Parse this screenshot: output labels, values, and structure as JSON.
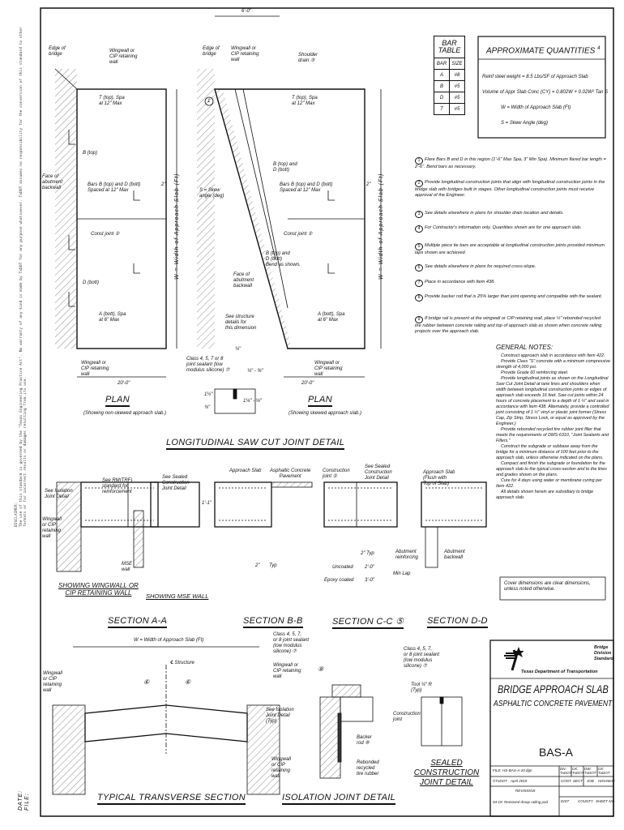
{
  "disclaimer": {
    "title": "DISCLAIMER:",
    "text": "The use of this standard is governed by the \"Texas Engineering Practice Act\". No warranty of any kind is made by TxDOT for any purpose whatsoever. TxDOT assumes no responsibility for the conversion of this standard to other formats or for incorrect results or damages resulting from its use."
  },
  "margin": {
    "date": "DATE:",
    "file": "FILE:"
  },
  "bar_table": {
    "title": "BAR TABLE",
    "headers": [
      "BAR",
      "SIZE"
    ],
    "rows": [
      [
        "A",
        "#8"
      ],
      [
        "B",
        "#5"
      ],
      [
        "D",
        "#5"
      ],
      [
        "T",
        "#5"
      ]
    ]
  },
  "quantities": {
    "title": "APPROXIMATE QUANTITIES",
    "note_ref": "4",
    "lines": [
      "Reinf steel weight = 8.5 Lbs/SF of Approach Slab",
      "Volume of Appr Slab Conc (CY) = 0.802W + 0.02W² Tan S",
      "W = Width of Approach Slab (Ft)",
      "S = Skew Angle (deg)"
    ]
  },
  "notes": [
    {
      "n": "1",
      "text": "Flare Bars B and D in this region (1'-6\" Max Spa, 3\" Min Spa). Minimum flared bar length = 2'-6\". Bend bars as necessary."
    },
    {
      "n": "2",
      "text": "Provide longitudinal construction joints that align with longitudinal construction joints in the bridge slab with bridges built in stages. Other longitudinal construction joints must receive approval of the Engineer."
    },
    {
      "n": "3",
      "text": "See details elsewhere in plans for shoulder drain location and details."
    },
    {
      "n": "4",
      "text": "For Contractor's information only. Quantities shown are for one approach slab."
    },
    {
      "n": "5",
      "text": "Multiple piece tie bars are acceptable at longitudinal construction joints provided minimum laps shown are achieved."
    },
    {
      "n": "6",
      "text": "See details elsewhere in plans for required cross-slope."
    },
    {
      "n": "7",
      "text": "Place in accordance with Item 438."
    },
    {
      "n": "8",
      "text": "Provide backer rod that is 25% larger than joint opening and compatible with the sealant."
    },
    {
      "n": "9",
      "text": "If bridge rail is present at the wingwall or CIP retaining wall, place ½\" rebonded recycled tire rubber between concrete railing and top of approach slab as shown when concrete railing projects over the approach slab."
    }
  ],
  "general_notes": {
    "title": "GENERAL NOTES:",
    "paragraphs": [
      "Construct approach slab in accordance with Item 422.",
      "Provide Class \"S\" concrete with a minimum compressive strength of 4,000 psi.",
      "Provide Grade 60 reinforcing steel.",
      "Provide longitudinal joints as shown on the Longitudinal Saw Cut Joint Detail at lane lines and shoulders when width between longitudinal construction joints or edges of approach slab exceeds 16 feet. Saw cut joints within 24 hours of concrete placement to a depth of 1 ½\" and seal in accordance with Item 438. Alternately, provide a controlled joint consisting of 1 ½\" vinyl or plastic joint former (Stress Cap, Zip Strip, Stress Lock, or equal as approved by the Engineer.)",
      "Provide rebonded recycled tire rubber joint filler that meets the requirements of DMS-6310, \"Joint Sealants and Fillers.\"",
      "Construct the subgrade or subbase away from the bridge for a minimum distance of 100 feet prior to the approach slab, unless otherwise indicated on the plans.",
      "Compact and finish the subgrade or foundation for the approach slab to the typical cross-section and to the lines and grades shown on the plans.",
      "Cure for 4 days using water or membrane curing per Item 422.",
      "All details shown herein are subsidiary to bridge approach slab."
    ]
  },
  "cover_note": "Cover dimensions are clear dimensions, unless noted otherwise.",
  "plan_left": {
    "edge": "Edge of\nbridge",
    "wingwall_top": "Wingwall or\nCIP retaining\nwall",
    "t_top": "T (top), Spa\nat 12\" Max",
    "b_top": "B (top)",
    "face": "Face of\nabutment\nbackwall",
    "bars": "Bars B (top) and D (bott)\nSpaced at 12\" Max",
    "const": "Const joint ②",
    "d_bott": "D (bott)",
    "a_bott": "A (bott), Spa\nat 6\" Max",
    "wingwall_bot": "Wingwall or\nCIP retaining\nwall",
    "dim": "20'-0\"",
    "two": "2\"",
    "width": "W = Width of Approach Slab (Ft)",
    "title": "PLAN",
    "subtitle": "(Showing non-skewed approach slab.)"
  },
  "plan_right": {
    "six": "6'-0\"",
    "edge": "Edge of\nbridge",
    "wingwall_top": "Wingwall or\nCIP retaining\nwall",
    "drain": "Shoulder\ndrain ③",
    "t_top": "T (top), Spa\nat 12\" Max",
    "bd": "B (top) and\nD (bott)",
    "skew": "S = Skew\nangle (deg)",
    "bars": "Bars B (top) and D (bott)\nSpaced at 12\" Max",
    "const": "Const joint ②",
    "bend": "B (top) and\nD (bott)\nBend as shown.",
    "face": "Face of\nabutment\nbackwall",
    "see": "See structure\ndetails for\nthis dimension",
    "a_bott": "A (bott), Spa\nat 6\" Max",
    "wingwall_bot": "Wingwall or\nCIP retaining\nwall",
    "dim": "20'-0\"",
    "two": "2\"",
    "width": "W = Width of Approach Slab (Ft)",
    "title": "PLAN",
    "subtitle": "(Showing skewed approach slab.)",
    "one": "1"
  },
  "saw_cut": {
    "sealant": "Class 4, 5, 7 or 8\njoint sealant (low\nmodulus silicone) ⑦",
    "quarter": "¼\"",
    "range": "¼\" - ⅜\"",
    "depth": "1¼\" - ⅛\"",
    "a": "1½\"",
    "b": "¾\"",
    "title": "LONGITUDINAL SAW CUT JOINT DETAIL"
  },
  "sections": {
    "a": {
      "iso": "See Isolation\nJoint Detail",
      "wing": "Wingwall\nor CIP\nretaining\nwall",
      "rm": "See RM(TRF)\nstandard for\nreinforcement",
      "sealed": "See Sealed\nConstruction\nJoint Detail",
      "mse": "MSE\nwall",
      "cap1": "SHOWING WINGWALL OR\nCIP RETAINING WALL",
      "cap2": "SHOWING MSE WALL",
      "title": "SECTION A-A"
    },
    "b": {
      "slab": "Approach Slab",
      "pav": "Asphaltic Concrete\nPavement",
      "two": "2\"",
      "typ": "Typ",
      "title": "SECTION B-B"
    },
    "c": {
      "cj": "Construction\njoint ②",
      "sealed": "See Sealed\nConstruction\nJoint Detail",
      "typ": "2\" Typ",
      "unc": "Uncoated",
      "unc_v": "2'-0\"",
      "epo": "Epoxy coated",
      "epo_v": "3'-0\"",
      "lap": "Min Lap",
      "title": "SECTION C-C ⑤"
    },
    "d": {
      "slab": "Approach Slab\n(Flush with\nTop of Slab)",
      "reinf": "Abutment\nreinforcing",
      "back": "Abutment\nbackwall",
      "title": "SECTION D-D"
    },
    "thick": "1'-1\""
  },
  "transverse": {
    "width": "W = Width of Approach Slab (Ft)",
    "cl": "℄ Structure",
    "wing_l": "Wingwall\nor CIP\nretaining\nwall",
    "iso": "See Isolation\nJoint Detail\n(Typ)",
    "wing_r": "Wingwall\nor CIP\nretaining\nwall",
    "six": "⑥",
    "title": "TYPICAL TRANSVERSE SECTION"
  },
  "isolation": {
    "sealant": "Class 4, 5, 7,\nor 8 joint sealant\n(low modulus\nsilicone) ⑦",
    "wing": "Wingwall or\nCIP retaining\nwall",
    "nine": "⑨",
    "backer": "Backer\nrod ⑧",
    "rubber": "Rebonded\nrecycled\ntire rubber",
    "title": "ISOLATION JOINT DETAIL"
  },
  "sealed": {
    "sealant": "Class 4, 5, 7,\nor 8 joint sealant\n(low modulus\nsilicone) ⑦",
    "tool": "Tool ¼\" R\n(Typ)",
    "cj": "Construction\njoint",
    "title": "SEALED\nCONSTRUCTION\nJOINT DETAIL"
  },
  "title_block": {
    "agency": "Texas Department of Transportation",
    "division": "Bridge\nDivision\nStandard",
    "title1": "BRIDGE APPROACH SLAB",
    "title2": "ASPHALTIC CONCRETE PAVEMENT",
    "code": "BAS-A",
    "file": "FILE: HS-BAS-A-20.dgn",
    "dn": "DN: TxDOT",
    "ck1": "CK: TxDOT",
    "dw": "DW: TxDOT",
    "ck2": "CK: TxDOT",
    "copyright": "©TxDOT",
    "date": "April 2019",
    "cont": "CONT",
    "sect": "SECT",
    "job": "JOB",
    "highway": "HIGHWAY",
    "revisions": "REVISIONS",
    "rev1": "04-19: Removed droop railing pad",
    "dist": "DIST",
    "county": "COUNTY",
    "sheet": "SHEET NO."
  }
}
